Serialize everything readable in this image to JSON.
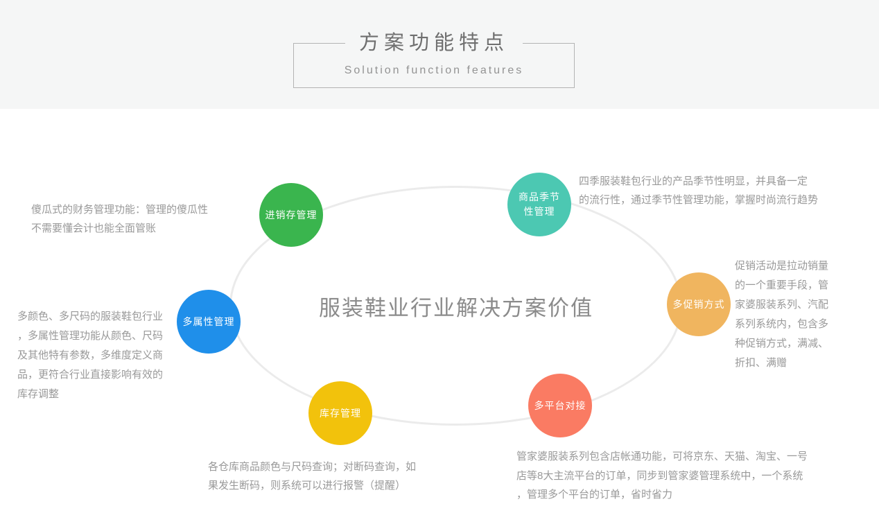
{
  "header": {
    "title": "方案功能特点",
    "subtitle": "Solution function features"
  },
  "diagram": {
    "center_title": "服装鞋业行业解决方案价值",
    "nodes": [
      {
        "id": "purchase-sales-inventory",
        "label": "进销存管理",
        "color": "#3ab54e"
      },
      {
        "id": "product-seasonality",
        "label": "商品季节性管理",
        "color": "#4cc8b2"
      },
      {
        "id": "multi-attribute",
        "label": "多属性管理",
        "color": "#1f8fea"
      },
      {
        "id": "multi-promotion",
        "label": "多促销方式",
        "color": "#f0b55f"
      },
      {
        "id": "inventory",
        "label": "库存管理",
        "color": "#f2c20c"
      },
      {
        "id": "multi-platform",
        "label": "多平台对接",
        "color": "#fa7b63"
      }
    ],
    "notes": {
      "top_left": {
        "lines": [
          "傻瓜式的财务管理功能：管理的傻瓜性",
          "不需要懂会计也能全面管账"
        ]
      },
      "top_right": {
        "lines": [
          "四季服装鞋包行业的产品季节性明显，并具备一定",
          "的流行性，通过季节性管理功能，掌握时尚流行趋势"
        ]
      },
      "left": {
        "lines": [
          "多颜色、多尺码的服装鞋包行业",
          "，多属性管理功能从颜色、尺码",
          "及其他特有参数，多维度定义商",
          "品，更符合行业直接影响有效的",
          "库存调整"
        ]
      },
      "right": {
        "lines": [
          "促销活动是拉动销量",
          "的一个重要手段，管",
          "家婆服装系列、汽配",
          "系列系统内，包含多",
          "种促销方式，满减、",
          "折扣、满赠"
        ]
      },
      "bottom_left": {
        "lines": [
          "各仓库商品颜色与尺码查询；对断码查询，如",
          "果发生断码，则系统可以进行报警（提醒）"
        ]
      },
      "bottom_right": {
        "lines": [
          "管家婆服装系列包含店帐通功能，可将京东、天猫、淘宝、一号",
          "店等8大主流平台的订单，同步到管家婆管理系统中，一个系统",
          "，管理多个平台的订单，省时省力"
        ]
      }
    }
  }
}
